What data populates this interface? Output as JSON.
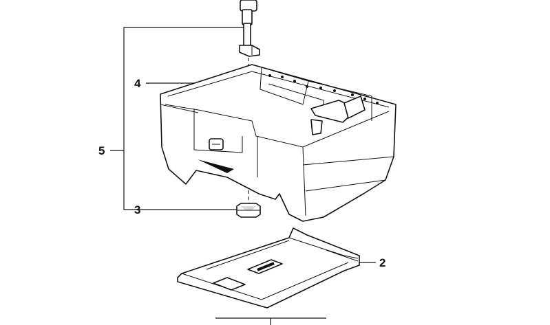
{
  "callouts": {
    "c2": "2",
    "c3": "3",
    "c4": "4",
    "c5": "5"
  }
}
